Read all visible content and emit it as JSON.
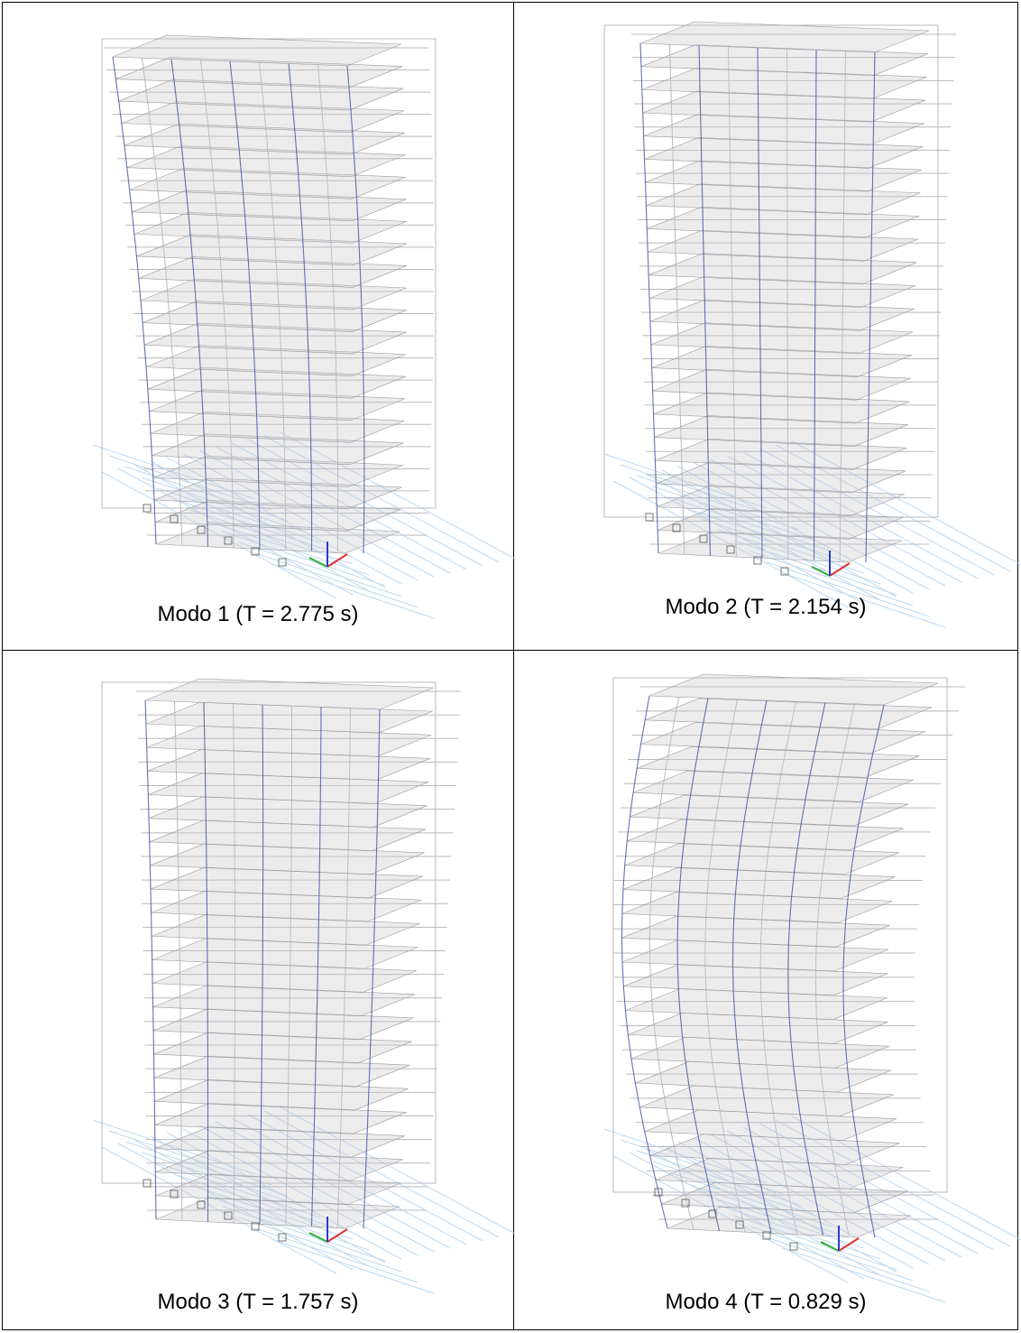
{
  "panels": [
    {
      "caption": "Modo 1 (T = 2.775 s)",
      "mode": 1,
      "period_s": 2.775
    },
    {
      "caption": "Modo 2 (T = 2.154 s)",
      "mode": 2,
      "period_s": 2.154
    },
    {
      "caption": "Modo 3 (T = 1.757 s)",
      "mode": 3,
      "period_s": 1.757
    },
    {
      "caption": "Modo 4 (T = 0.829 s)",
      "mode": 4,
      "period_s": 0.829
    }
  ],
  "colors": {
    "frame_grey": "#b8b8c0",
    "frame_blue": "#4a5aa8",
    "slab": "#c8c8cc",
    "ground_grid": "#b8d4ee",
    "axis_x": "#e03030",
    "axis_y": "#30b030",
    "axis_z": "#2a3ad0"
  }
}
